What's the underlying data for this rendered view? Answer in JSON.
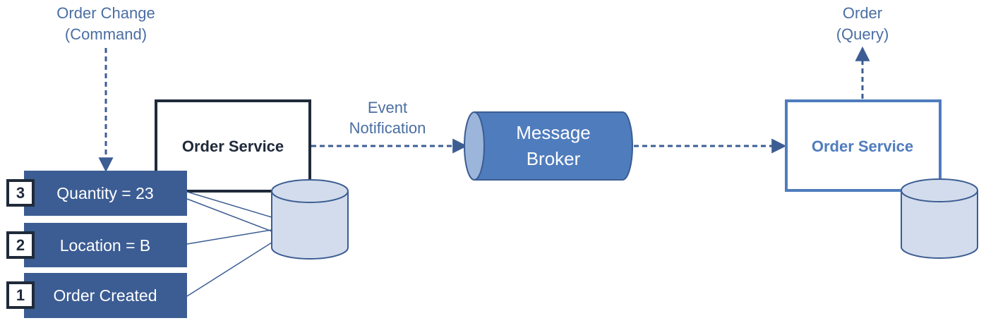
{
  "command": {
    "line1": "Order Change",
    "line2": "(Command)"
  },
  "query": {
    "line1": "Order",
    "line2": "(Query)"
  },
  "left_service": {
    "label": "Order Service"
  },
  "right_service": {
    "label": "Order Service"
  },
  "event": {
    "line1": "Event",
    "line2": "Notification"
  },
  "broker": {
    "line1": "Message",
    "line2": "Broker"
  },
  "events": [
    {
      "number": "3",
      "text": "Quantity = 23"
    },
    {
      "number": "2",
      "text": "Location = B"
    },
    {
      "number": "1",
      "text": "Order Created"
    }
  ],
  "colors": {
    "accent_blue": "#3c5d93",
    "light_blue": "#4f7cbd",
    "db_fill": "#d2dcec",
    "dark_border": "#1f2a3a"
  }
}
